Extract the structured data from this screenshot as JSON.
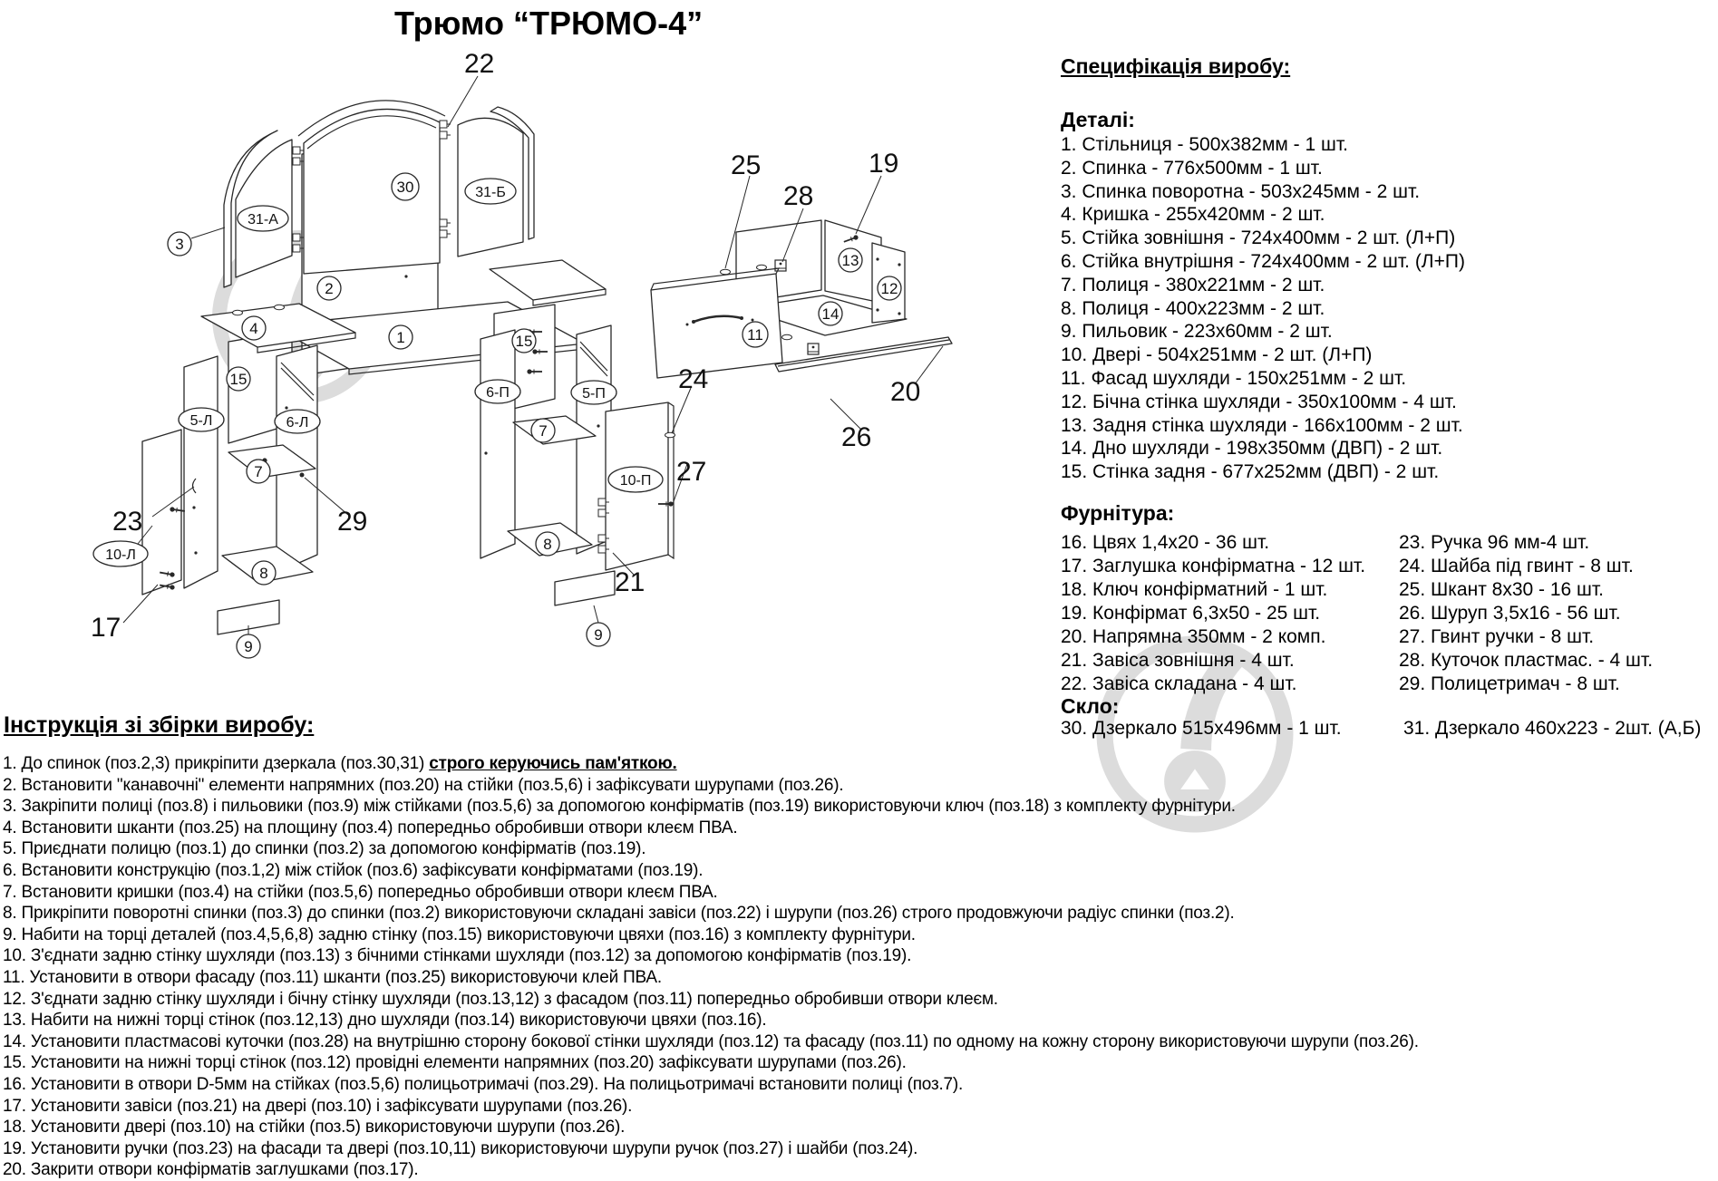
{
  "title": "Трюмо “ТРЮМО-4”",
  "spec": {
    "heading": "Специфікація виробу:",
    "details_heading": "Деталі:",
    "details": [
      "1. Стільниця - 500х382мм - 1 шт.",
      "2. Спинка - 776х500мм - 1 шт.",
      "3. Спинка поворотна - 503х245мм - 2 шт.",
      "4. Кришка - 255х420мм - 2 шт.",
      "5. Стійка зовнішня - 724х400мм - 2 шт. (Л+П)",
      "6. Стійка внутрішня - 724х400мм - 2 шт. (Л+П)",
      "7. Полиця - 380х221мм - 2 шт.",
      "8. Полиця - 400х223мм - 2 шт.",
      "9. Пильовик - 223х60мм - 2 шт.",
      "10. Двері - 504х251мм - 2 шт. (Л+П)",
      "11. Фасад шухляди - 150х251мм - 2 шт.",
      "12. Бічна стінка шухляди - 350х100мм - 4 шт.",
      "13. Задня стінка шухляди - 166х100мм - 2 шт.",
      "14. Дно шухляди - 198х350мм (ДВП) - 2 шт.",
      "15. Стінка задня - 677х252мм (ДВП) - 2 шт."
    ],
    "hardware_heading": "Фурнітура:",
    "hardware_left": [
      "16. Цвях 1,4х20 - 36 шт.",
      "17. Заглушка конфірматна - 12 шт.",
      "18. Ключ конфірматний - 1 шт.",
      "19. Конфірмат 6,3х50 - 25 шт.",
      "20. Напрямна 350мм - 2 комп.",
      "21. Завіса зовнішня - 4 шт.",
      "22. Завіса складана - 4 шт."
    ],
    "hardware_right": [
      "23. Ручка 96 мм-4 шт.",
      "24. Шайба під гвинт - 8 шт.",
      "25. Шкант 8х30 - 16 шт.",
      "26. Шуруп 3,5х16 - 56 шт.",
      "27. Гвинт ручки - 8 шт.",
      "28. Куточок пластмас. - 4 шт.",
      "29. Полицетримач - 8 шт."
    ],
    "glass_heading": "Скло:",
    "glass_items": [
      "30. Дзеркало 515х496мм - 1 шт.",
      "31. Дзеркало 460х223 - 2шт. (А,Б)"
    ]
  },
  "instructions": {
    "heading": "Інструкція зі збірки виробу:",
    "item1_normal": "1. До спинок (поз.2,3) прикріпити дзеркала (поз.30,31) ",
    "item1_bold": "строго керуючись пам'яткою.",
    "items": [
      "2. Встановити \"канавочні\" елементи напрямних (поз.20) на стійки (поз.5,6) і зафіксувати шурупами (поз.26).",
      "3. Закріпити полиці (поз.8) і пильовики (поз.9) між стійками (поз.5,6) за допомогою конфірматів (поз.19) використовуючи ключ (поз.18) з комплекту фурнітури.",
      "4. Встановити шканти (поз.25) на площину (поз.4) попередньо обробивши отвори клеєм ПВА.",
      "5. Приєднати полицю (поз.1) до спинки (поз.2) за допомогою конфірматів (поз.19).",
      "6. Встановити конструкцію (поз.1,2) між стійок (поз.6) зафіксувати конфірматами (поз.19).",
      "7. Встановити кришки (поз.4) на стійки (поз.5,6) попередньо обробивши отвори клеєм ПВА.",
      "8. Прикріпити поворотні спинки (поз.3) до спинки (поз.2) використовуючи складані завіси (поз.22) і шурупи (поз.26) строго продовжуючи радіус спинки (поз.2).",
      "9. Набити на торці деталей (поз.4,5,6,8) задню стінку (поз.15) використовуючи цвяхи (поз.16) з комплекту фурнітури.",
      "10. З'єднати задню стінку шухляди (поз.13) з бічними стінками шухляди (поз.12) за допомогою конфірматів (поз.19).",
      "11. Установити в отвори фасаду (поз.11) шканти (поз.25) використовуючи клей ПВА.",
      "12. З'єднати задню стінку шухляди і бічну стінку шухляди (поз.13,12) з фасадом (поз.11) попередньо обробивши отвори клеєм.",
      "13. Набити на нижні торці стінок (поз.12,13) дно шухляди (поз.14) використовуючи цвяхи (поз.16).",
      "14. Установити пластмасові куточки (поз.28) на внутрішню сторону бокової стінки шухляди (поз.12) та фасаду (поз.11) по одному на кожну сторону використовуючи шурупи (поз.26).",
      "15. Установити на нижні торці стінок (поз.12) провідні елементи напрямних (поз.20) зафіксувати шурупами (поз.26).",
      "16. Установити в отвори D-5мм на стійках (поз.5,6) полицьотримачі (поз.29). На полицьотримачі встановити полиці (поз.7).",
      "17. Установити завіси (поз.21) на двері (поз.10) і зафіксувати шурупами (поз.26).",
      "18. Установити двері (поз.10) на стійки (поз.5) використовуючи шурупи (поз.26).",
      "19. Установити ручки (поз.23) на фасади та двері (поз.10,11) використовуючи шурупи ручок (поз.27) і шайби (поз.24).",
      "20. Закрити отвори конфірматів заглушками (поз.17)."
    ]
  },
  "diagram": {
    "circled": {
      "m30": "30",
      "m31a": "31-А",
      "m31b": "31-Б",
      "p3": "3",
      "back2": "2",
      "top1": "1",
      "p4": "4",
      "p15l": "15",
      "p5l": "5-Л",
      "p6l": "6-Л",
      "p7l": "7",
      "p8l": "8",
      "p9l": "9",
      "p10l": "10-Л",
      "p15m": "15",
      "p6p": "6-П",
      "p5p": "5-П",
      "p7m": "7",
      "p8m": "8",
      "p9m": "9",
      "p10p": "10-П",
      "p11": "11",
      "p12": "12",
      "p13": "13",
      "p14": "14"
    },
    "plain": {
      "n17": "17",
      "n19": "19",
      "n20": "20",
      "n21": "21",
      "n22": "22",
      "n23": "23",
      "n24": "24",
      "n25": "25",
      "n26": "26",
      "n27": "27",
      "n28": "28",
      "n29": "29"
    }
  },
  "colors": {
    "ink": "#282828",
    "watermark": "#dcdcdc"
  }
}
